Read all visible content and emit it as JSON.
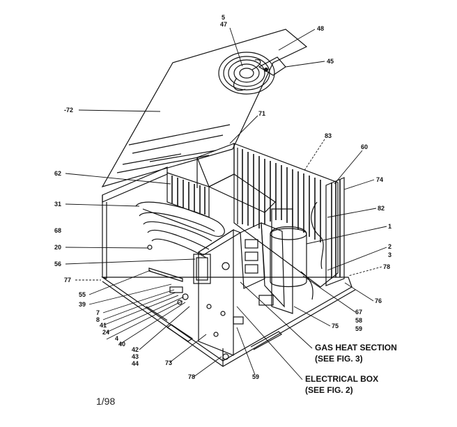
{
  "diagram": {
    "part_labels": [
      "5",
      "47",
      "48",
      "45",
      "-72",
      "71",
      "83",
      "60",
      "62",
      "74",
      "31",
      "82",
      "68",
      "1",
      "20",
      "2",
      "3",
      "56",
      "78",
      "77",
      "55",
      "39",
      "7",
      "8",
      "41",
      "24",
      "4",
      "40",
      "76",
      "67",
      "58",
      "59",
      "75",
      "42",
      "43",
      "44",
      "73",
      "78",
      "59"
    ],
    "callouts": {
      "gas_heat_line1": "GAS HEAT SECTION",
      "gas_heat_line2": "(SEE FIG. 3)",
      "electrical_line1": "ELECTRICAL BOX",
      "electrical_line2": "(SEE FIG. 2)"
    },
    "date": "1/98"
  }
}
